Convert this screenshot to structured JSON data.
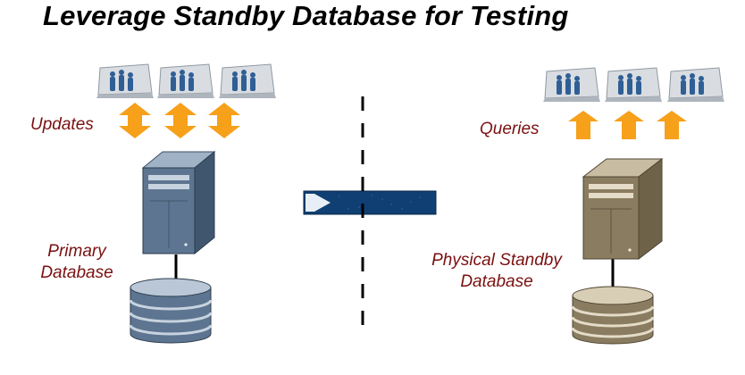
{
  "title": "Leverage Standby Database for Testing",
  "left": {
    "arrow_label": "Updates",
    "db_label_line1": "Primary",
    "db_label_line2": "Database"
  },
  "right": {
    "arrow_label": "Queries",
    "db_label_line1": "Physical Standby",
    "db_label_line2": "Database"
  },
  "colors": {
    "label": "#7a1010",
    "arrow": "#f7a01a",
    "primary_server": "#5d7590",
    "standby_server": "#8a7c60",
    "transport_bar": "#0f3f73",
    "divider": "#000000"
  },
  "icons": {
    "users": "users-group-icon",
    "arrow": "up-arrow-icon",
    "server": "server-tower-icon",
    "disk": "disk-stack-icon",
    "transport": "redo-transport-arrow-icon"
  }
}
